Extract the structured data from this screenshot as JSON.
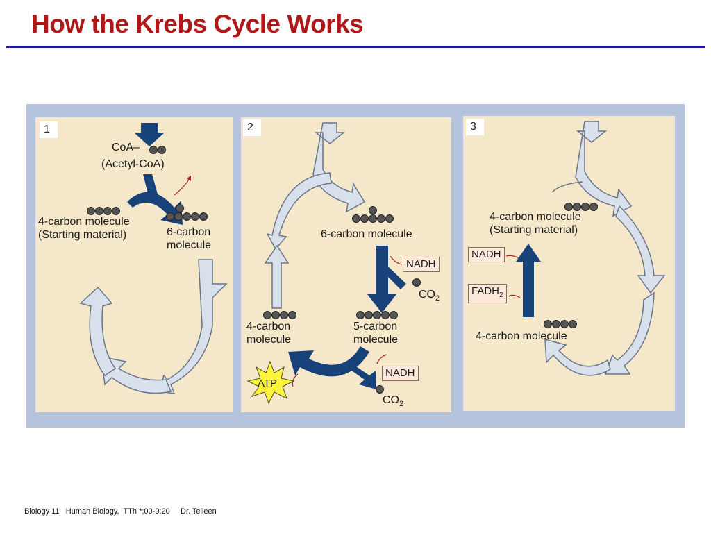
{
  "title": "How the Krebs Cycle Works",
  "footer": "Biology 11   Human Biology,  TTh *;00-9:20     Dr. Telleen",
  "colors": {
    "title": "#b01818",
    "rule": "#1c1c8c",
    "figure_bg": "#b5c4dc",
    "panel_bg": "#f5e7c9",
    "dark_arrow": "#18427a",
    "light_arrow": "#d8e0ec",
    "molecule": "#555555"
  },
  "panels": [
    {
      "number": "1",
      "labels": {
        "coa": "CoA–",
        "acetyl": "(Acetyl-CoA)",
        "start": "4-carbon molecule\n(Starting material)",
        "six": "6-carbon\nmolecule"
      }
    },
    {
      "number": "2",
      "labels": {
        "six": "6-carbon molecule",
        "nadh_a": "NADH",
        "co2_a": "CO",
        "co2_a_sub": "2",
        "four": "4-carbon\nmolecule",
        "five": "5-carbon\nmolecule",
        "atp": "ATP",
        "nadh_b": "NADH",
        "co2_b": "CO",
        "co2_b_sub": "2"
      }
    },
    {
      "number": "3",
      "labels": {
        "start": "4-carbon molecule\n(Starting material)",
        "nadh": "NADH",
        "fadh": "FADH",
        "fadh_sub": "2",
        "four": "4-carbon molecule"
      }
    }
  ]
}
